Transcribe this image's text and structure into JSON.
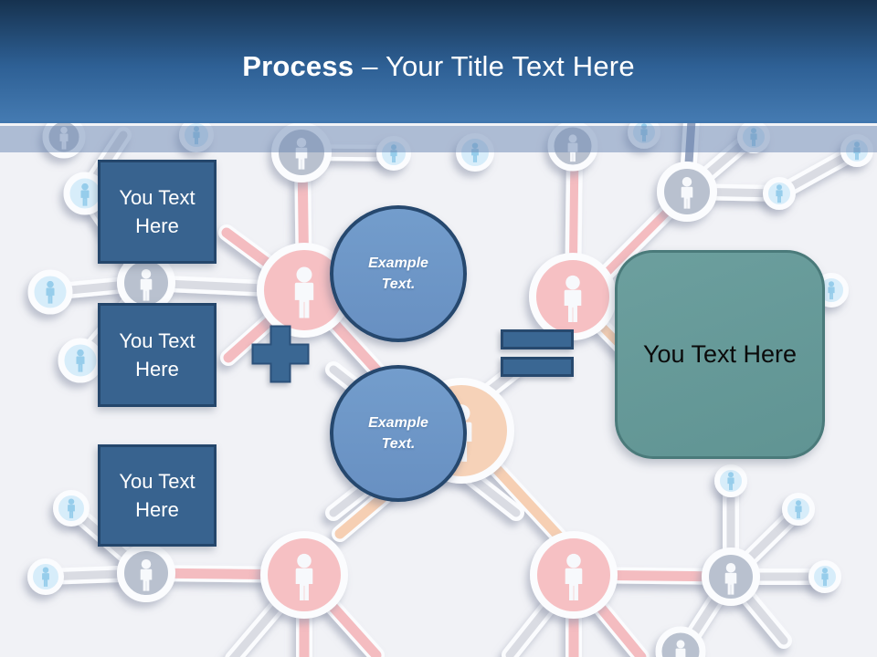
{
  "header": {
    "title_bold": "Process",
    "title_rest": "– Your Title Text Here"
  },
  "diagram": {
    "input_boxes": [
      {
        "label": "You Text Here"
      },
      {
        "label": "You Text Here"
      },
      {
        "label": "You Text Here"
      }
    ],
    "example_circles": [
      {
        "label": "Example Text."
      },
      {
        "label": "Example Text."
      }
    ],
    "operators": {
      "plus": "plus-icon",
      "equals": "equals-icon"
    },
    "result_box": {
      "label": "You Text Here"
    }
  },
  "background": {
    "graphic": "people-network",
    "colors": {
      "slide_bg": "#F1F2F6",
      "header_top": "#16324F",
      "header_bottom": "#447AB1",
      "band": "rgba(105,134,178,0.5)",
      "box_blue": "#38638F",
      "box_border": "#24466B",
      "circle_blue": "#6E97C6",
      "circle_border": "#26486E",
      "operator_blue": "#3A6793",
      "result_teal": "#669A99",
      "result_border": "#4A7A7A",
      "node_pink": "#F6C0C3",
      "node_gray": "#B9C1CF",
      "node_lightblue": "#D7EDFA",
      "node_orange": "#F6D2B8",
      "line_gray": "#DADCE3"
    }
  }
}
